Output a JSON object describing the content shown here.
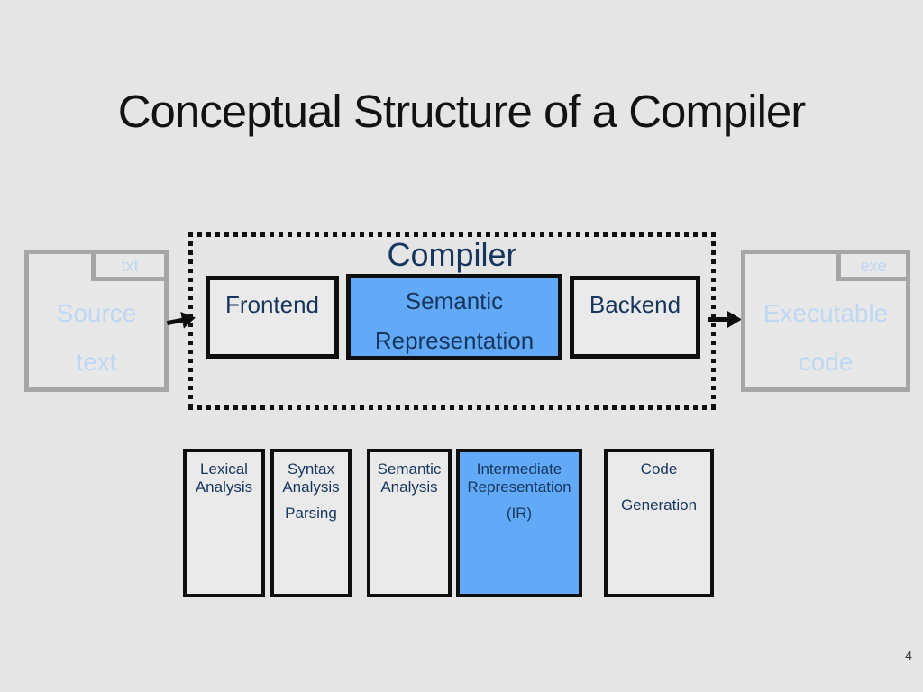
{
  "title": "Conceptual Structure of a Compiler",
  "page_number": "4",
  "colors": {
    "background": "#e5e5e6",
    "accent_blue_fill": "#62aaf7",
    "navy_text": "#17365d",
    "muted_blue_text": "#bed7f2",
    "gray_border": "#a6a6a6",
    "black_border": "#0f0f0f"
  },
  "source_box": {
    "line1": "Source",
    "line2": "text",
    "tab_label": "txt"
  },
  "compiler": {
    "label": "Compiler",
    "frontend_label": "Frontend",
    "semantic_line1": "Semantic",
    "semantic_line2": "Representation",
    "backend_label": "Backend"
  },
  "executable_box": {
    "line1": "Executable",
    "line2": "code",
    "tab_label": "exe"
  },
  "phases": [
    {
      "line1": "Lexical",
      "line2": "Analysis",
      "line3": ""
    },
    {
      "line1": "Syntax",
      "line2": "Analysis",
      "line3": "Parsing"
    },
    {
      "line1": "Semantic",
      "line2": "Analysis",
      "line3": ""
    },
    {
      "line1": "Intermediate",
      "line2": "Representation",
      "line3": "(IR)"
    },
    {
      "line1": "Code",
      "line2": "",
      "line3": "Generation"
    }
  ]
}
